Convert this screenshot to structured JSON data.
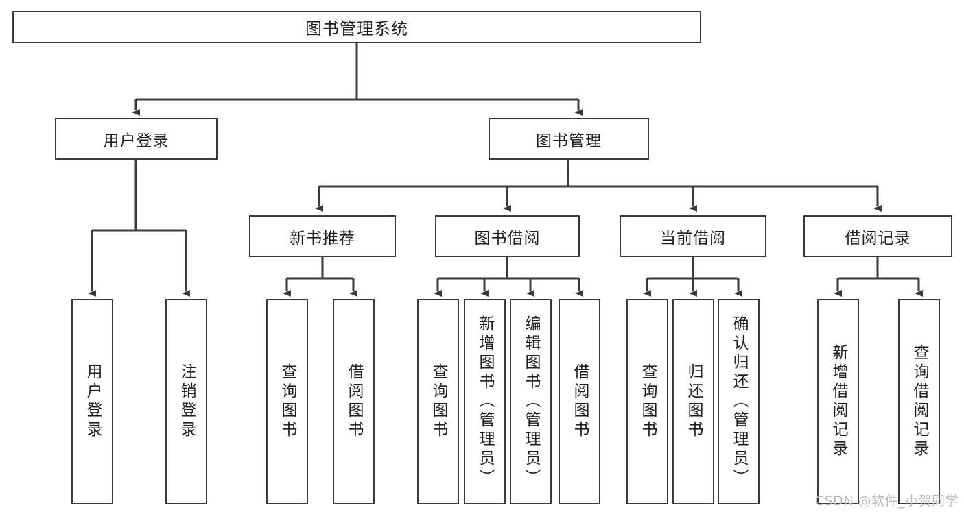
{
  "diagram": {
    "type": "tree-hierarchy",
    "title": "图书管理系统",
    "colors": {
      "background": "#ffffff",
      "box_border": "#3a3a3a",
      "box_fill": "#ffffff",
      "edge": "#3a3a3a",
      "text": "#1f1f1f",
      "watermark": "#b9b9b9"
    },
    "root": {
      "label": "图书管理系统"
    },
    "level2": [
      {
        "id": "user-login",
        "label": "用户登录"
      },
      {
        "id": "book-management",
        "label": "图书管理"
      }
    ],
    "level3": [
      {
        "id": "new-book-recommend",
        "label": "新书推荐"
      },
      {
        "id": "book-borrow",
        "label": "图书借阅"
      },
      {
        "id": "current-borrow",
        "label": "当前借阅"
      },
      {
        "id": "borrow-record",
        "label": "借阅记录"
      }
    ],
    "leaves": {
      "user_login": [
        {
          "id": "leaf-user-login",
          "label": "用户登录"
        },
        {
          "id": "leaf-logout-login",
          "label": "注销登录"
        }
      ],
      "new_book_recommend": [
        {
          "id": "leaf-query-book-1",
          "label": "查询图书"
        },
        {
          "id": "leaf-borrow-book-1",
          "label": "借阅图书"
        }
      ],
      "book_borrow": [
        {
          "id": "leaf-query-book-2",
          "label": "查询图书"
        },
        {
          "id": "leaf-add-book",
          "label": "新增图书（管理员）"
        },
        {
          "id": "leaf-edit-book",
          "label": "编辑图书（管理员）"
        },
        {
          "id": "leaf-borrow-book-2",
          "label": "借阅图书"
        }
      ],
      "current_borrow": [
        {
          "id": "leaf-query-book-3",
          "label": "查询图书"
        },
        {
          "id": "leaf-return-book",
          "label": "归还图书"
        },
        {
          "id": "leaf-confirm-return",
          "label": "确认归还（管理员）"
        }
      ],
      "borrow_record": [
        {
          "id": "leaf-add-record",
          "label": "新增借阅记录"
        },
        {
          "id": "leaf-query-record",
          "label": "查询借阅记录"
        }
      ]
    }
  },
  "watermark": {
    "text": "CSDN @软件_小贺同学"
  }
}
